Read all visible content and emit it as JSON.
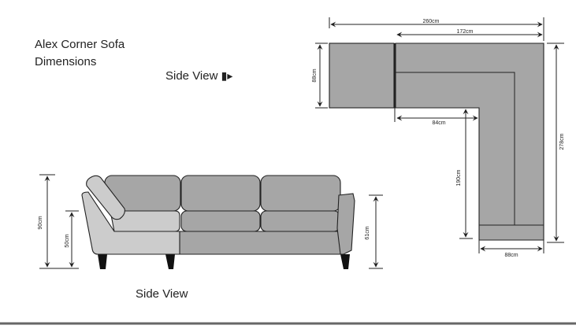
{
  "title_line1": "Alex Corner Sofa",
  "title_line2": "Dimensions",
  "side_view_pointer": "Side View",
  "side_view_caption": "Side View",
  "top_view": {
    "overall_width": "260cm",
    "main_width": "172cm",
    "chaise_depth": "88cm",
    "inner_width": "84cm",
    "inner_length": "190cm",
    "overall_length": "278cm",
    "end_depth": "88cm"
  },
  "side_view": {
    "total_height": "90cm",
    "seat_height": "50cm",
    "arm_height": "61cm"
  },
  "colors": {
    "sofa_dark": "#a6a6a6",
    "sofa_light": "#cccccc",
    "line": "#222222"
  }
}
